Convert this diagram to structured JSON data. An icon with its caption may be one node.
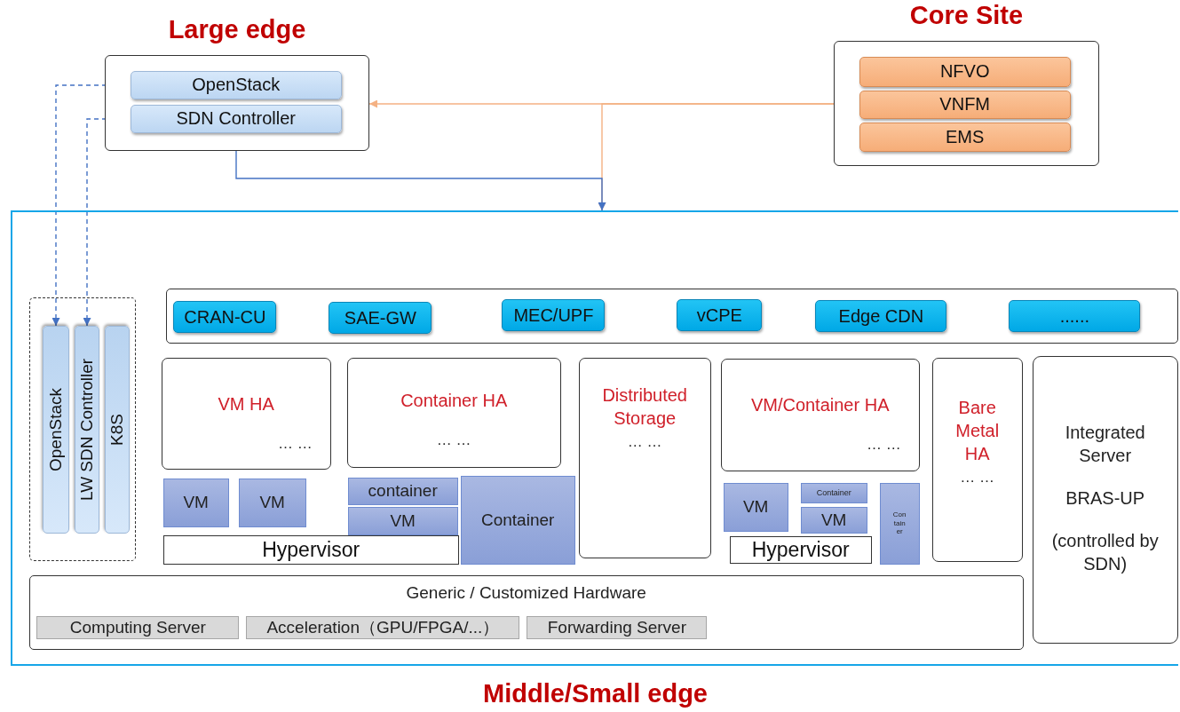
{
  "diagram": {
    "nodes": [
      {
        "text": [
          "Large edge"
        ]
      },
      {
        "text": [
          "OpenStack"
        ],
        "in": 0
      },
      {
        "text": [
          "SDN Controller"
        ],
        "in": 0
      },
      {
        "text": [
          "Core Site"
        ]
      },
      {
        "text": [
          "NFVO"
        ],
        "in": 3
      },
      {
        "text": [
          "VNFM"
        ],
        "in": 3
      },
      {
        "text": [
          "EMS"
        ],
        "in": 3
      },
      {
        "text": [
          "Middle/Small edge"
        ]
      },
      {
        "text": [],
        "shape": "box",
        "in": 7
      },
      {
        "text": [
          "OpenStack"
        ],
        "in": 8
      },
      {
        "text": [
          "LW SDN Controller"
        ],
        "in": 8
      },
      {
        "text": [
          "K8S"
        ],
        "in": 8
      },
      {
        "text": [],
        "shape": "box",
        "in": 7
      },
      {
        "text": [
          "CRAN-CU"
        ],
        "in": 12
      },
      {
        "text": [
          "SAE-GW"
        ],
        "in": 12
      },
      {
        "text": [
          "MEC/UPF"
        ],
        "in": 12
      },
      {
        "text": [
          "vCPE"
        ],
        "in": 12
      },
      {
        "text": [
          "Edge CDN"
        ],
        "in": 12
      },
      {
        "text": [
          "......"
        ],
        "in": 12
      },
      {
        "text": [
          "VM HA",
          "… …"
        ],
        "in": 7
      },
      {
        "text": [
          "Container HA",
          "… …"
        ],
        "in": 7
      },
      {
        "text": [
          "Distributed Storage",
          "… …"
        ],
        "in": 7
      },
      {
        "text": [
          "VM/Container HA",
          "… …"
        ],
        "in": 7
      },
      {
        "text": [
          "Bare Metal HA",
          "… …"
        ],
        "in": 7
      },
      {
        "text": [
          "Integrated Server",
          "BRAS-UP",
          "(controlled by SDN)"
        ],
        "in": 7
      },
      {
        "text": [
          "VM"
        ],
        "in": 7
      },
      {
        "text": [
          "VM"
        ],
        "in": 7
      },
      {
        "text": [
          "container"
        ],
        "in": 7
      },
      {
        "text": [
          "VM"
        ],
        "in": 7
      },
      {
        "text": [
          "Container"
        ],
        "in": 7
      },
      {
        "text": [
          "Hypervisor"
        ],
        "in": 7
      },
      {
        "text": [
          "VM"
        ],
        "in": 7
      },
      {
        "text": [
          "Container"
        ],
        "in": 7
      },
      {
        "text": [
          "VM"
        ],
        "in": 7
      },
      {
        "text": [
          "Container"
        ],
        "in": 7
      },
      {
        "text": [
          "Hypervisor"
        ],
        "in": 7
      },
      {
        "text": [
          "Generic / Customized Hardware"
        ],
        "in": 7
      },
      {
        "text": [
          "Computing Server"
        ],
        "in": 36
      },
      {
        "text": [
          "Acceleration（GPU/FPGA/...）"
        ],
        "in": 36
      },
      {
        "text": [
          "Forwarding Server"
        ],
        "in": 36
      }
    ],
    "edges": [
      {
        "from": 1,
        "to": 9,
        "arrow": "to",
        "style": "dashed"
      },
      {
        "from": 2,
        "to": 10,
        "arrow": "to",
        "style": "dashed"
      },
      {
        "from": 3,
        "to": 0,
        "arrow": "to",
        "color": "#f4b183"
      },
      {
        "from": 3,
        "to": 7,
        "arrow": "to",
        "color": "#f4b183"
      },
      {
        "from": 0,
        "to": 7,
        "arrow": "to"
      }
    ]
  }
}
